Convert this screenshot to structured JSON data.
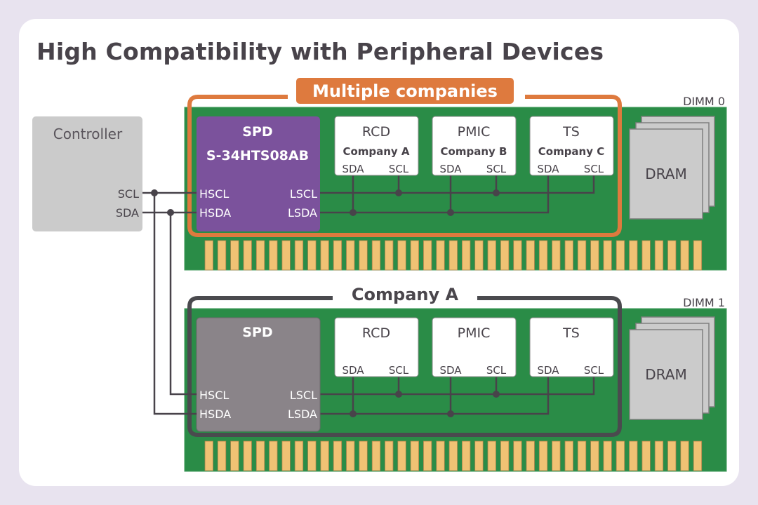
{
  "title": "High Compatibility with Peripheral Devices",
  "colors": {
    "background": "#e8e3ef",
    "card": "#ffffff",
    "text_dark": "#48434a",
    "pcb_green": "#2a8c47",
    "gold_finger": "#f0c274",
    "gold_finger_border": "#a9834a",
    "spd_purple": "#7b529c",
    "spd_gray": "#8a8489",
    "orange_accent": "#de7a3e",
    "dark_frame": "#4a4a4e",
    "wire": "#48434a",
    "chip_gray": "#cbcbcb",
    "controller_gray": "#cbcbcb"
  },
  "controller": {
    "label": "Controller",
    "pins": [
      "SCL",
      "SDA"
    ]
  },
  "dimms": [
    {
      "label": "DIMM 0",
      "group_label": "Multiple companies",
      "group_style": "orange",
      "spd": {
        "title": "SPD",
        "part_number": "S-34HTS08AB",
        "color": "purple",
        "pins_left": [
          "HSCL",
          "HSDA"
        ],
        "pins_right": [
          "LSCL",
          "LSDA"
        ]
      },
      "devices": [
        {
          "name": "RCD",
          "vendor": "Company A",
          "pins": [
            "SDA",
            "SCL"
          ]
        },
        {
          "name": "PMIC",
          "vendor": "Company B",
          "pins": [
            "SDA",
            "SCL"
          ]
        },
        {
          "name": "TS",
          "vendor": "Company C",
          "pins": [
            "SDA",
            "SCL"
          ]
        }
      ],
      "dram_label": "DRAM",
      "gold_finger_count": 39
    },
    {
      "label": "DIMM 1",
      "group_label": "Company A",
      "group_style": "dark",
      "spd": {
        "title": "SPD",
        "part_number": "",
        "color": "gray",
        "pins_left": [
          "HSCL",
          "HSDA"
        ],
        "pins_right": [
          "LSCL",
          "LSDA"
        ]
      },
      "devices": [
        {
          "name": "RCD",
          "vendor": "",
          "pins": [
            "SDA",
            "SCL"
          ]
        },
        {
          "name": "PMIC",
          "vendor": "",
          "pins": [
            "SDA",
            "SCL"
          ]
        },
        {
          "name": "TS",
          "vendor": "",
          "pins": [
            "SDA",
            "SCL"
          ]
        }
      ],
      "dram_label": "DRAM",
      "gold_finger_count": 39
    }
  ]
}
